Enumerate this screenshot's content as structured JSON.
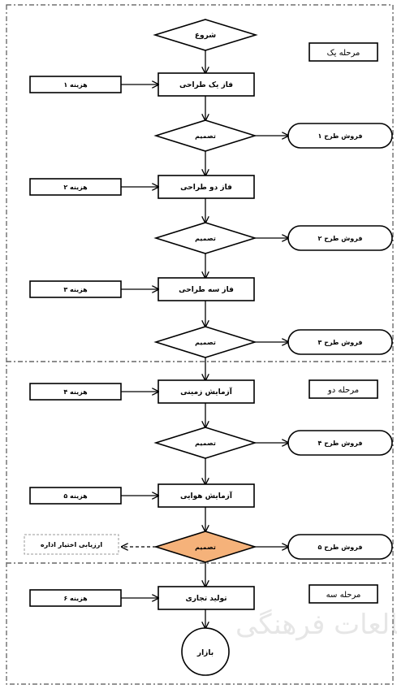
{
  "stages": {
    "one": "مرحله یک",
    "two": "مرحله دو",
    "three": "مرحله سه"
  },
  "nodes": {
    "start": "شروع",
    "phase1": "فاز یک طراحی",
    "phase2": "فاز دو طراحی",
    "phase3": "فاز سه طراحی",
    "ground_test": "آزمایش زمینی",
    "air_test": "آزمایش هوایی",
    "commercial": "تولید تجاری",
    "market": "بازار",
    "decision": "تصمیم"
  },
  "costs": [
    "هزینه ۱",
    "هزینه ۲",
    "هزینه ۳",
    "هزینه ۴",
    "هزینه ۵",
    "هزینه ۶"
  ],
  "exits": [
    "فروش طرح ۱",
    "فروش طرح ۲",
    "فروش طرح ۳",
    "فروش طرح ۴",
    "فروش طرح ۵"
  ],
  "evaluation_note": "ارزیابی اختیار اداره",
  "watermark": "طالعات فرهنگی",
  "colors": {
    "highlight_decision": "#f5b27a",
    "watermark": "#e6e6e6"
  }
}
